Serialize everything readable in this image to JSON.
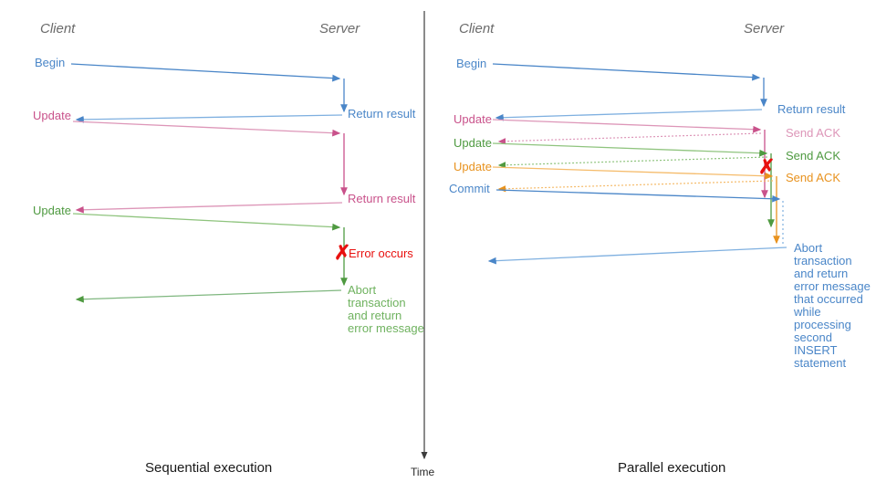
{
  "palette": {
    "blue": "#4a86c8",
    "blue_light": "#7fb0e0",
    "pink": "#c9528b",
    "pink_light": "#dd96b8",
    "green": "#4f9a41",
    "green_light": "#8fc47e",
    "orange": "#e8921e",
    "orange_light": "#f5bb6a",
    "red": "#e8110f",
    "gray": "#6b6b6b",
    "axis": "#3c3c3c"
  },
  "divider": {
    "time_label": "Time"
  },
  "left": {
    "caption": "Sequential execution",
    "actors": {
      "client": "Client",
      "server": "Server"
    },
    "messages": [
      {
        "name": "begin",
        "label": "Begin",
        "color": "blue"
      },
      {
        "name": "return-result-1",
        "label": "Return result",
        "color": "blue"
      },
      {
        "name": "update-1",
        "label": "Update",
        "color": "pink"
      },
      {
        "name": "return-result-2",
        "label": "Return result",
        "color": "pink"
      },
      {
        "name": "update-2",
        "label": "Update",
        "color": "green"
      },
      {
        "name": "error",
        "label": "Error occurs",
        "color": "red"
      },
      {
        "name": "abort",
        "label": "Abort\ntransaction\nand return\nerror message",
        "color": "green"
      }
    ]
  },
  "right": {
    "caption": "Parallel execution",
    "actors": {
      "client": "Client",
      "server": "Server"
    },
    "messages": [
      {
        "name": "begin",
        "label": "Begin",
        "color": "blue"
      },
      {
        "name": "return-result",
        "label": "Return result",
        "color": "blue"
      },
      {
        "name": "update-1",
        "label": "Update",
        "color": "pink"
      },
      {
        "name": "send-ack-1",
        "label": "Send ACK",
        "color": "pink"
      },
      {
        "name": "update-2",
        "label": "Update",
        "color": "green"
      },
      {
        "name": "send-ack-2",
        "label": "Send ACK",
        "color": "green"
      },
      {
        "name": "update-3",
        "label": "Update",
        "color": "orange"
      },
      {
        "name": "send-ack-3",
        "label": "Send ACK",
        "color": "orange"
      },
      {
        "name": "commit",
        "label": "Commit",
        "color": "blue"
      },
      {
        "name": "error",
        "label": "",
        "color": "red"
      },
      {
        "name": "abort",
        "label": "Abort\ntransaction\nand return\nerror message\nthat occurred\nwhile\nprocessing\nsecond\nINSERT\nstatement",
        "color": "blue"
      }
    ]
  }
}
